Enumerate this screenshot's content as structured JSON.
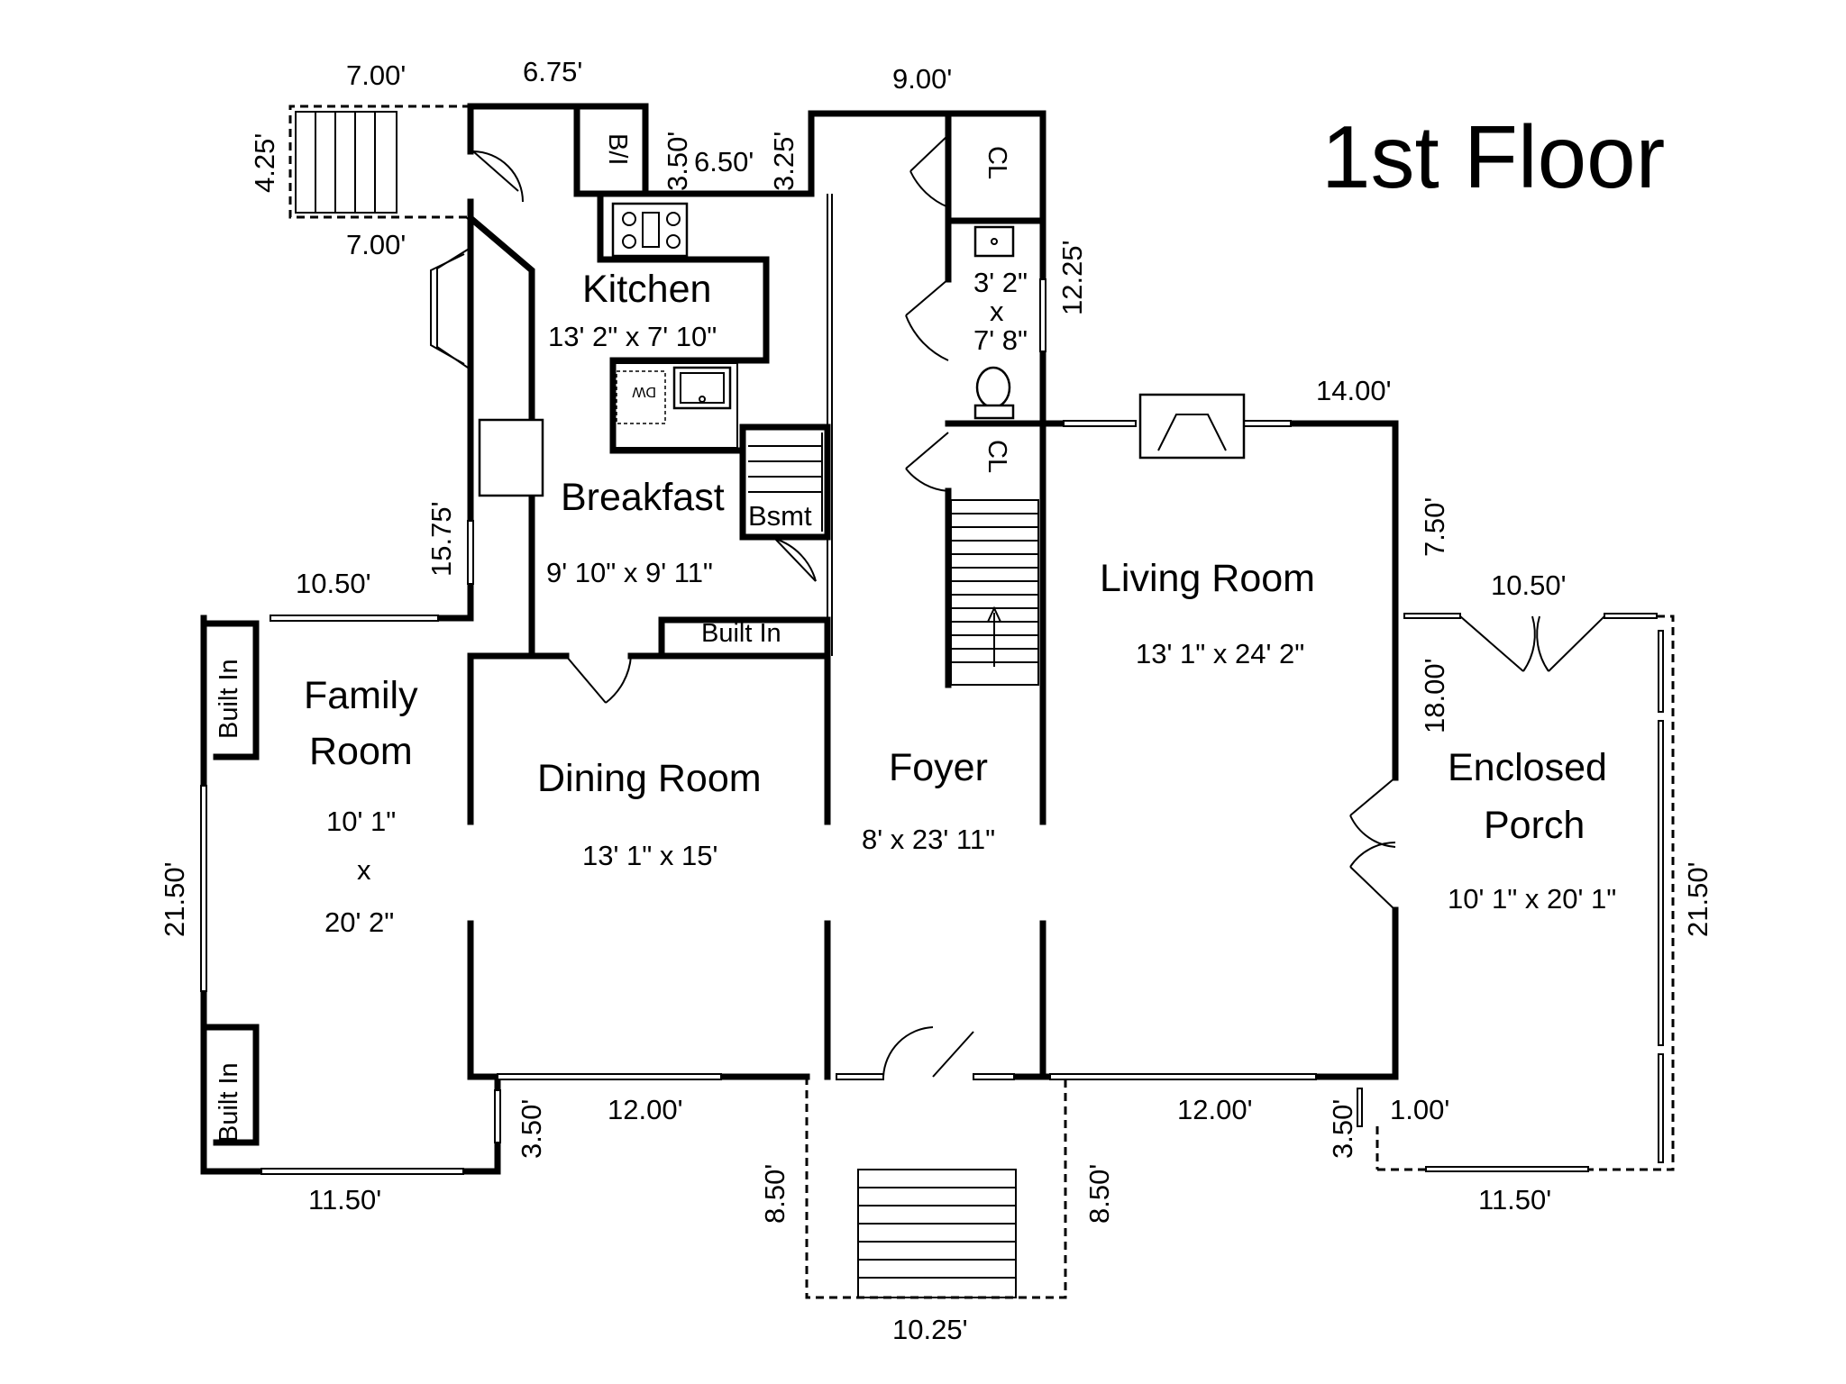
{
  "title": "1st Floor",
  "rooms": {
    "kitchen": {
      "name": "Kitchen",
      "size": "13' 2\" x 7' 10\""
    },
    "breakfast": {
      "name": "Breakfast",
      "size": "9' 10\" x 9' 11\""
    },
    "bsmt": {
      "name": "Bsmt"
    },
    "family": {
      "name_line1": "Family",
      "name_line2": "Room",
      "size_line1": "10' 1\"",
      "size_x": "x",
      "size_line2": "20' 2\""
    },
    "dining": {
      "name": "Dining Room",
      "size": "13' 1\" x 15'"
    },
    "foyer": {
      "name": "Foyer",
      "size": "8' x 23' 11\""
    },
    "living": {
      "name": "Living Room",
      "size": "13' 1\" x 24' 2\""
    },
    "porch": {
      "name_line1": "Enclosed",
      "name_line2": "Porch",
      "size": "10' 1\" x 20' 1\""
    },
    "bath": {
      "size_line1": "3' 2\"",
      "size_x": "x",
      "size_line2": "7' 8\""
    }
  },
  "labels": {
    "closet_top": "CL",
    "closet_mid": "CL",
    "built_in_pantry": "B/I",
    "built_in_dining": "Built In",
    "built_in_family_top": "Built In",
    "built_in_family_bottom": "Built In",
    "dishwasher": "DW"
  },
  "dimensions": {
    "deck_top": "7.00'",
    "deck_bottom": "7.00'",
    "deck_side": "4.25'",
    "kitchen_top": "6.75'",
    "pantry_step": "3.50'",
    "pantry_run": "6.50'",
    "pantry_rise": "3.25'",
    "foyer_top": "9.00'",
    "bath_side": "12.25'",
    "living_top": "14.00'",
    "living_side": "7.50'",
    "porch_side_top": "18.00'",
    "porch_top": "10.50'",
    "porch_right": "21.50'",
    "porch_bottom": "11.50'",
    "porch_step": "1.00'",
    "living_bottom_step": "3.50'",
    "living_bottom": "12.00'",
    "entry_right": "8.50'",
    "entry_left": "8.50'",
    "entry_bottom": "10.25'",
    "dining_bottom": "12.00'",
    "family_step": "3.50'",
    "family_bottom": "11.50'",
    "family_left": "21.50'",
    "family_top": "10.50'",
    "mudroom_side": "15.75'"
  },
  "colors": {
    "lines": "#000000",
    "background": "#ffffff"
  }
}
